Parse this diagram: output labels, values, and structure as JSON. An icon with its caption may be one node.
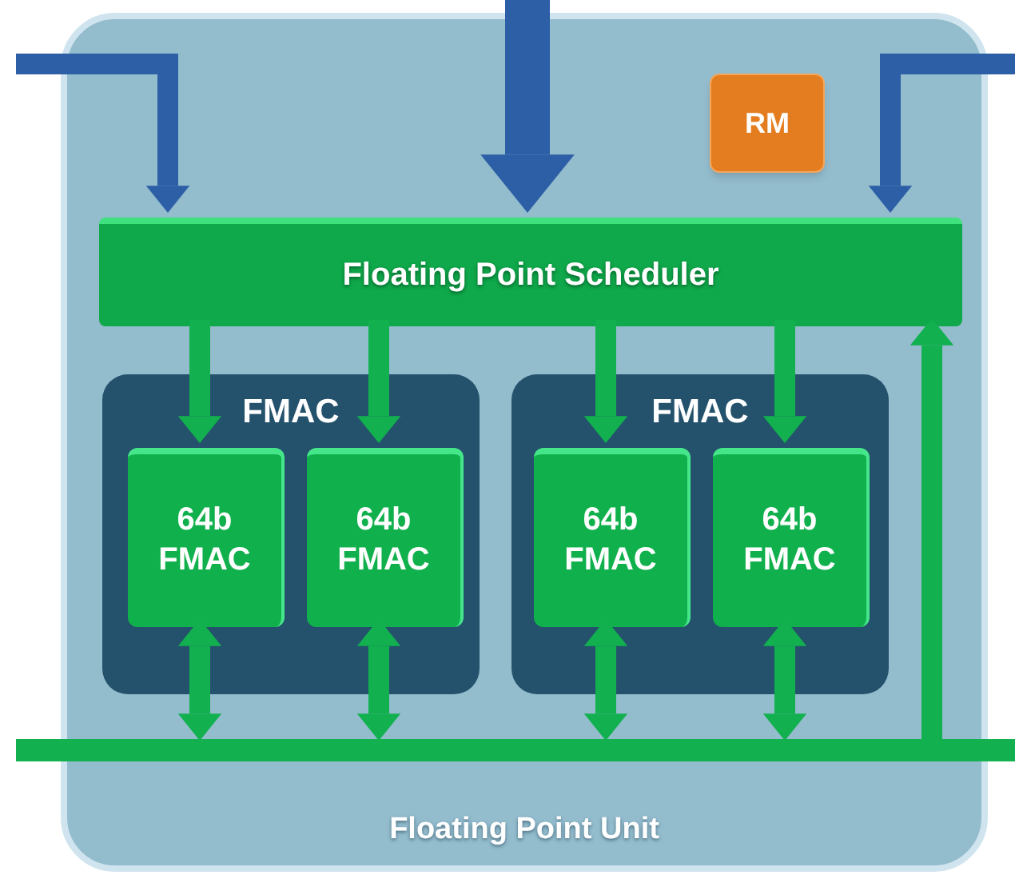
{
  "diagram": {
    "nodes": [
      {
        "text": [
          "Floating Point Unit"
        ]
      },
      {
        "text": [
          "RM"
        ],
        "in": 0
      },
      {
        "text": [
          "Floating Point Scheduler"
        ],
        "in": 0
      },
      {
        "text": [
          "FMAC"
        ],
        "in": 0
      },
      {
        "text": [
          "64b FMAC"
        ],
        "in": 3
      },
      {
        "text": [
          "64b FMAC"
        ],
        "in": 3
      },
      {
        "text": [
          "FMAC"
        ],
        "in": 0
      },
      {
        "text": [
          "64b FMAC"
        ],
        "in": 6
      },
      {
        "text": [
          "64b FMAC"
        ],
        "in": 6
      },
      {
        "text": [],
        "shape": "bar"
      }
    ],
    "edges": [
      {
        "from": null,
        "to": 2,
        "arrow": "to",
        "color": "#2d5fa6"
      },
      {
        "from": null,
        "to": 2,
        "arrow": "to",
        "color": "#2d5fa6",
        "style": "thick"
      },
      {
        "from": null,
        "to": 2,
        "arrow": "to",
        "color": "#2d5fa6"
      },
      {
        "from": 2,
        "to": 4,
        "arrow": "to"
      },
      {
        "from": 2,
        "to": 5,
        "arrow": "to"
      },
      {
        "from": 2,
        "to": 7,
        "arrow": "to"
      },
      {
        "from": 2,
        "to": 8,
        "arrow": "to"
      },
      {
        "from": 4,
        "to": 9,
        "arrow": "both"
      },
      {
        "from": 5,
        "to": 9,
        "arrow": "both"
      },
      {
        "from": 7,
        "to": 9,
        "arrow": "both"
      },
      {
        "from": 8,
        "to": 9,
        "arrow": "both"
      },
      {
        "from": 9,
        "to": 2,
        "arrow": "to"
      }
    ]
  }
}
